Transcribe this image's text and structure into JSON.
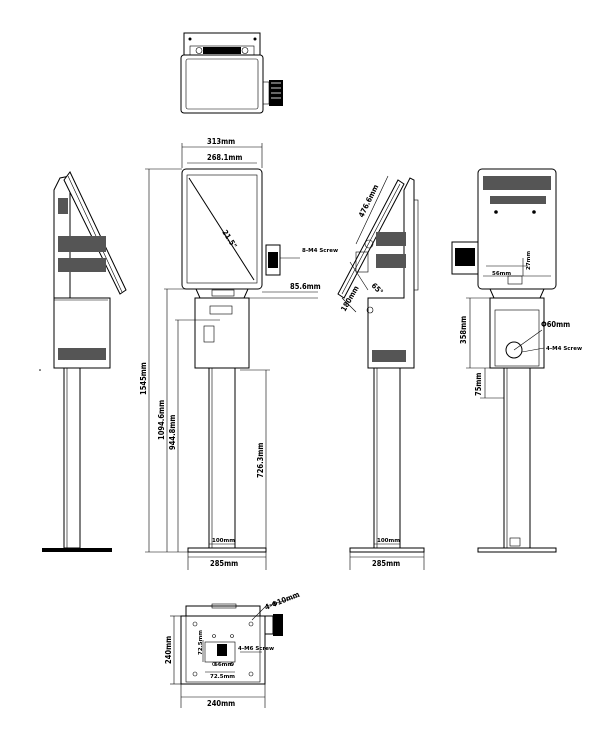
{
  "dimensions": {
    "top_width": "313mm",
    "screen_width": "268.1mm",
    "screen_diag": "21.5\"",
    "screen_diag_side": "476.6mm",
    "screw_label_front": "8-M4 Screw",
    "offset": "85.6mm",
    "total_height": "1545mm",
    "mid_height": "1094.6mm",
    "inner_height": "944.8mm",
    "pole_height": "726.3mm",
    "pole_width": "100mm",
    "base_width": "285mm",
    "angle": "65°",
    "side_depth": "180mm",
    "back_hole_offset": "56mm",
    "back_hole_small": "27mm",
    "back_height": "358mm",
    "back_hole_dia": "Φ60mm",
    "back_screw_label": "4-M4 Screw",
    "back_low": "75mm",
    "bottom_holes": "4-Φ10mm",
    "bottom_height": "240mm",
    "bottom_width": "240mm",
    "bottom_inner_a": "72.5mm",
    "bottom_inner_b": "66mm",
    "bottom_inner_c": "72.5mm",
    "bottom_screw": "4-M6 Screw"
  }
}
